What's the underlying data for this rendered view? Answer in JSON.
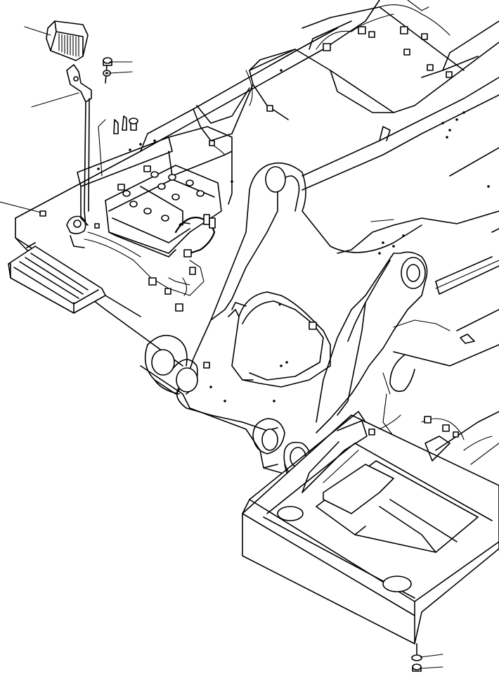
{
  "diagram": {
    "type": "exploded-parts-drawing",
    "caption": "",
    "stroke_color": "#000000",
    "background_color": "#ffffff",
    "leader_line_count": 6,
    "parts": [
      {
        "name": "work-lamp"
      },
      {
        "name": "lamp-mounting-bolt"
      },
      {
        "name": "lamp-washer"
      },
      {
        "name": "lamp-bracket"
      },
      {
        "name": "bracket-bolts"
      },
      {
        "name": "battery-box"
      },
      {
        "name": "batteries"
      },
      {
        "name": "battery-cable-connector"
      },
      {
        "name": "boom-foot-bracket"
      },
      {
        "name": "revolving-frame"
      },
      {
        "name": "entry-step"
      },
      {
        "name": "counterweight-frame"
      },
      {
        "name": "harness-clamp"
      },
      {
        "name": "bottom-bolt"
      },
      {
        "name": "bottom-washer"
      }
    ]
  }
}
